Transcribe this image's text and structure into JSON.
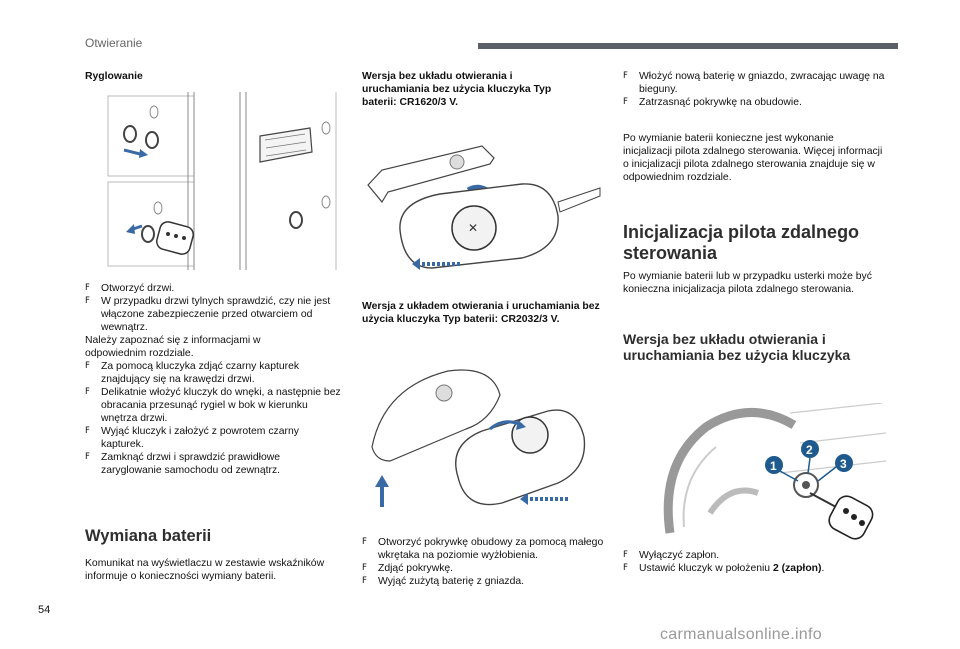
{
  "header": {
    "section_title": "Otwieranie"
  },
  "page_number": "54",
  "watermark": "carmanualsonline.info",
  "col1": {
    "title": "Ryglowanie",
    "bullets_a": [
      "Otworzyć drzwi.",
      "W przypadku drzwi tylnych sprawdzić, czy nie jest włączone zabezpieczenie przed otwarciem od wewnątrz."
    ],
    "note": "Należy zapoznać się z informacjami w odpowiednim rozdziale.",
    "bullets_b": [
      "Za pomocą kluczyka zdjąć czarny kapturek znajdujący się na krawędzi drzwi.",
      "Delikatnie włożyć kluczyk do wnęki, a następnie bez obracania przesunąć rygiel w bok w kierunku wnętrza drzwi.",
      "Wyjąć kluczyk i założyć z powrotem czarny kapturek.",
      "Zamknąć drzwi i sprawdzić prawidłowe zaryglowanie samochodu od zewnątrz."
    ],
    "heading": "Wymiana baterii",
    "para": "Komunikat na wyświetlaczu w zestawie wskaźników informuje o konieczności wymiany baterii."
  },
  "col2": {
    "block1": "Wersja bez układu otwierania i uruchamiania bez użycia kluczyka Typ baterii: CR1620/3 V.",
    "block2": "Wersja z układem otwierania i uruchamiania bez użycia kluczyka Typ baterii: CR2032/3 V.",
    "bullets": [
      "Otworzyć pokrywkę obudowy za pomocą małego wkrętaka na poziomie wyżłobienia.",
      "Zdjąć pokrywkę.",
      "Wyjąć zużytą baterię z gniazda."
    ]
  },
  "col3": {
    "bullets_a": [
      "Włożyć nową baterię w gniazdo, zwracając uwagę na bieguny.",
      "Zatrzasnąć pokrywkę na obudowie."
    ],
    "para": "Po wymianie baterii konieczne jest wykonanie inicjalizacji pilota zdalnego sterowania. Więcej informacji o inicjalizacji pilota zdalnego sterowania znajduje się w odpowiednim rozdziale.",
    "heading": "Inicjalizacja pilota zdalnego sterowania",
    "para2": "Po wymianie baterii lub w przypadku usterki może być konieczna inicjalizacja pilota zdalnego sterowania.",
    "subheading": "Wersja bez układu otwierania i uruchamiania bez użycia kluczyka",
    "bullets_b": [
      {
        "text": "Wyłączyć zapłon."
      },
      {
        "text": "Ustawić kluczyk w położeniu ",
        "strong": "2 (zapłon)",
        "tail": "."
      }
    ],
    "callouts": [
      "1",
      "2",
      "3"
    ]
  },
  "bullet_symbol": "F",
  "colors": {
    "accent_blue": "#3a6aa6",
    "bar": "#5a6168",
    "callout": "#1e5a8e"
  },
  "icons": [
    "door-lock-illustration",
    "key-battery-illustration",
    "smart-key-battery-illustration",
    "ignition-key-illustration"
  ]
}
